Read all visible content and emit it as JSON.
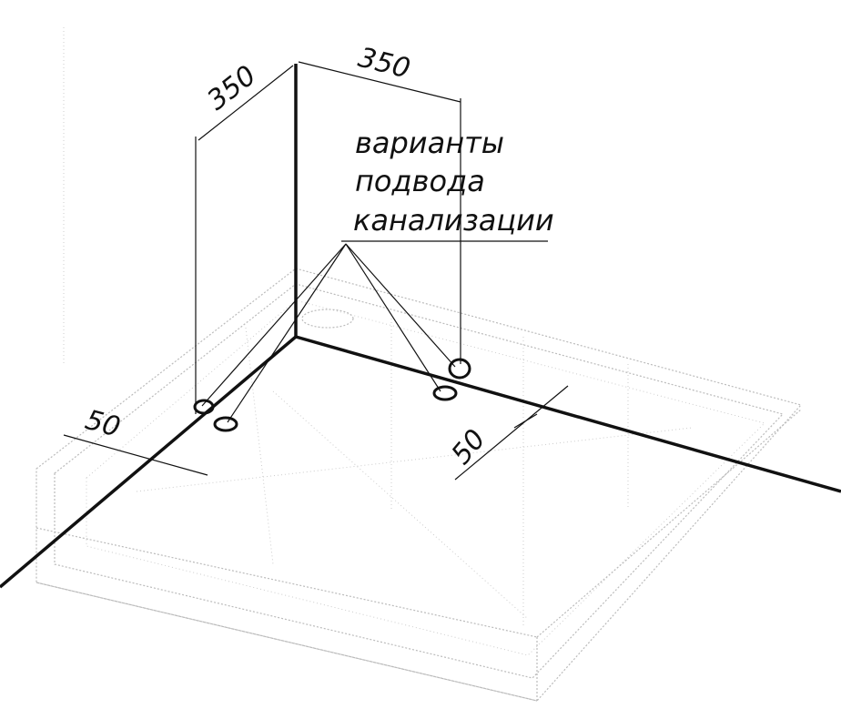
{
  "dimensions": {
    "left_width": "350",
    "top_width": "350",
    "left_offset": "50",
    "right_offset": "50"
  },
  "annotation": {
    "line1": "варианты",
    "line2": "подвода",
    "line3": "канализации"
  },
  "colors": {
    "ink": "#111111",
    "tray": "#bbbbbb"
  }
}
